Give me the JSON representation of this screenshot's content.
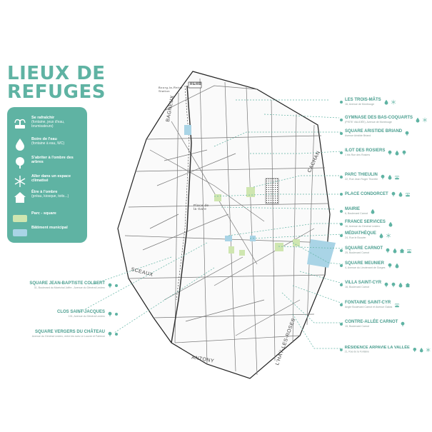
{
  "title": {
    "line1": "LIEUX DE",
    "line2": "REFUGES"
  },
  "colors": {
    "accent": "#5fb3a3",
    "park": "#cfe6b0",
    "municipal": "#a9d4e6"
  },
  "legend": [
    {
      "icon": "fountain-icon",
      "title": "Se rafraîchir",
      "sub": "(fontaine, jeux d'eau, brumisateurs)"
    },
    {
      "icon": "water-drop-icon",
      "title": "Boire de l'eau",
      "sub": "(fontaine à eau, WC)"
    },
    {
      "icon": "tree-icon",
      "title": "S'abriter à l'ombre des arbres",
      "sub": ""
    },
    {
      "icon": "snowflake-icon",
      "title": "Aller dans un espace climatisé",
      "sub": ""
    },
    {
      "icon": "house-icon",
      "title": "Être à l'ombre",
      "sub": "(préau, kiosque, toits...)"
    },
    {
      "icon": "park-swatch",
      "title": "Parc - square",
      "sub": ""
    },
    {
      "icon": "municipal-swatch",
      "title": "Bâtiment municipal",
      "sub": ""
    }
  ],
  "map_labels": {
    "bagneux": "BAGNEUX",
    "cachan": "CACHAN",
    "sceaux": "SCEAUX",
    "antony": "ANTONY",
    "lhay": "L'HAŸ-LES-ROSES",
    "rer": "RERB",
    "rer_station": "Bourg-la-Reine Station",
    "place_gare": "Place de la Gare"
  },
  "places_right": [
    {
      "name": "LES TROIS-MÂTS",
      "addr": "16, Avenue de Montrouge",
      "icons": [
        "water-drop-icon",
        "snowflake-icon"
      ]
    },
    {
      "name": "GYMNASE DES BAS-COQUARTS",
      "addr": "(PISTE VALIDÉE), Avenue de Montrouge",
      "icons": [
        "water-drop-icon",
        "snowflake-icon"
      ]
    },
    {
      "name": "SQUARE ARISTIDE BRIAND",
      "addr": "Avenue Aristide Briand",
      "icons": [
        "tree-icon"
      ]
    },
    {
      "name": "ILOT DES ROSIERS",
      "addr": "1 bis Rue des Rosiers",
      "icons": [
        "tree-icon",
        "water-drop-icon",
        "tree-icon"
      ]
    },
    {
      "name": "PARC THIEULIN",
      "addr": "22, Rue Jean Roger Thorelle",
      "icons": [
        "tree-icon",
        "water-drop-icon",
        "fountain-icon"
      ]
    },
    {
      "name": "PLACE CONDORCET",
      "addr": "",
      "icons": [
        "tree-icon",
        "water-drop-icon",
        "fountain-icon"
      ]
    },
    {
      "name": "MAIRIE",
      "addr": "6, Boulevard Carnot",
      "icons": [
        "water-drop-icon"
      ]
    },
    {
      "name": "FRANCE SERVICES",
      "addr": "16, Avenue du Général Leclerc",
      "icons": [
        "water-drop-icon"
      ]
    },
    {
      "name": "MÉDIATHÈQUE",
      "addr": "24, Rue le Bouvier",
      "icons": [
        "water-drop-icon",
        "snowflake-icon"
      ]
    },
    {
      "name": "SQUARE CARNOT",
      "addr": "25, Boulevard Carnot",
      "icons": [
        "tree-icon",
        "water-drop-icon",
        "house-icon",
        "fountain-icon"
      ]
    },
    {
      "name": "SQUARE MEUNIER",
      "addr": "4, Avenue du Lieutenant de Gorges",
      "icons": [
        "tree-icon",
        "water-drop-icon"
      ]
    },
    {
      "name": "VILLA SAINT-CYR",
      "addr": "16, Boulevard Carnot",
      "icons": [
        "tree-icon",
        "tree-icon",
        "water-drop-icon",
        "house-icon"
      ]
    },
    {
      "name": "FONTAINE SAINT-CYR",
      "addr": "Angle Boulevard Carnot et Avenue Galois",
      "icons": [
        "fountain-icon"
      ]
    },
    {
      "name": "CONTRE-ALLÉE CARNOT",
      "addr": "15, Boulevard Carnot",
      "icons": [
        "tree-icon"
      ]
    },
    {
      "name": "RÉSIDENCE ARPAVIE LA VALLÉE",
      "addr": "21, Rue de la Fontaine",
      "icons": [
        "tree-icon",
        "water-drop-icon",
        "snowflake-icon"
      ]
    }
  ],
  "places_left": [
    {
      "name": "SQUARE JEAN-BAPTISTE COLBERT",
      "addr": "31, Boulevard du Maréchal Joffre - Avenue du Général Leclerc",
      "icons": [
        "tree-icon"
      ]
    },
    {
      "name": "CLOS SAINT-JACQUES",
      "addr": "101, Avenue du Général Leclerc",
      "icons": [
        "tree-icon"
      ]
    },
    {
      "name": "SQUARE VERGERS DU CHÂTEAU",
      "addr": "Avenue du Général Leclerc, entre les rues Le Louvre et Faïence",
      "icons": [
        "tree-icon"
      ]
    }
  ]
}
